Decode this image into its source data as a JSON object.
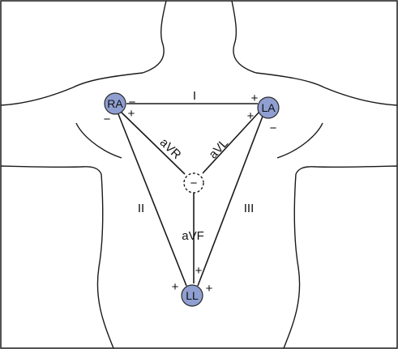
{
  "colors": {
    "electrode_fill": "#8f9fd1",
    "electrode_stroke": "#2a2a2a",
    "line": "#1a1a1a",
    "frame": "#1a1a1a"
  },
  "electrodes": {
    "ra": "RA",
    "la": "LA",
    "ll": "LL"
  },
  "leads": {
    "i": "I",
    "ii": "II",
    "iii": "III",
    "avr": "aVR",
    "avl": "aVL",
    "avf": "aVF"
  },
  "center_terminal": "−",
  "polarity": {
    "ra_right": "−",
    "ra_below": "−",
    "ra_plus": "+",
    "la_above": "+",
    "la_left": "+",
    "la_right": "−",
    "ll_above": "+",
    "ll_left": "+",
    "ll_right": "+"
  }
}
